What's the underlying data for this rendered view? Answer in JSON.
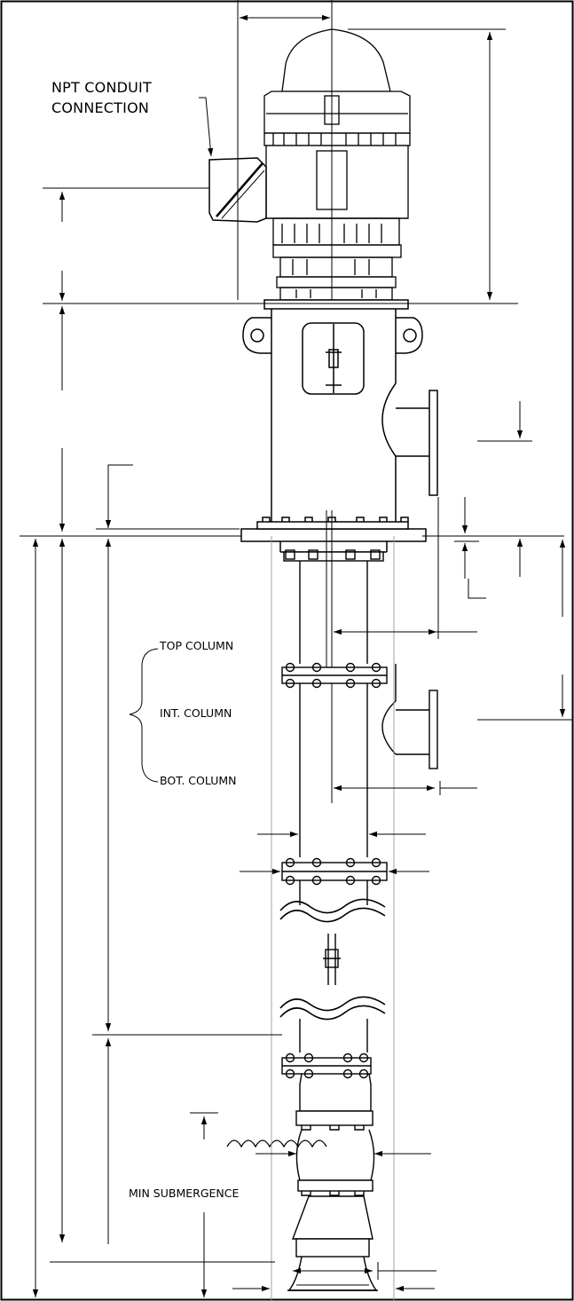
{
  "labels": {
    "conduit_line1": "NPT CONDUIT",
    "conduit_line2": "CONNECTION",
    "top_column": "TOP COLUMN",
    "int_column": "INT. COLUMN",
    "bot_column": "BOT. COLUMN",
    "min_submergence": "MIN SUBMERGENCE"
  },
  "colors": {
    "line": "#000000",
    "background": "#ffffff"
  }
}
